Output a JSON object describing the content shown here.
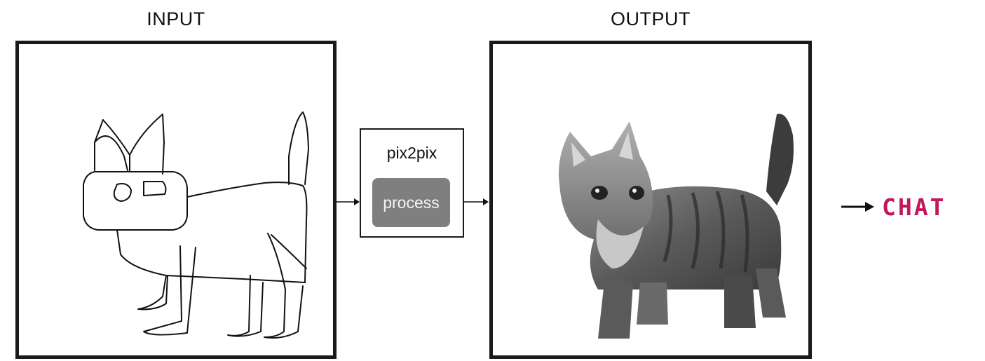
{
  "input": {
    "title": "INPUT"
  },
  "output": {
    "title": "OUTPUT"
  },
  "model": {
    "name": "pix2pix",
    "button_label": "process"
  },
  "chat": {
    "label": "CHAT",
    "color": "#c2185b"
  },
  "icons": {
    "input_drawing": "cat-sketch-icon",
    "output_image": "cat-photo-icon",
    "arrow": "arrow-right-icon"
  }
}
